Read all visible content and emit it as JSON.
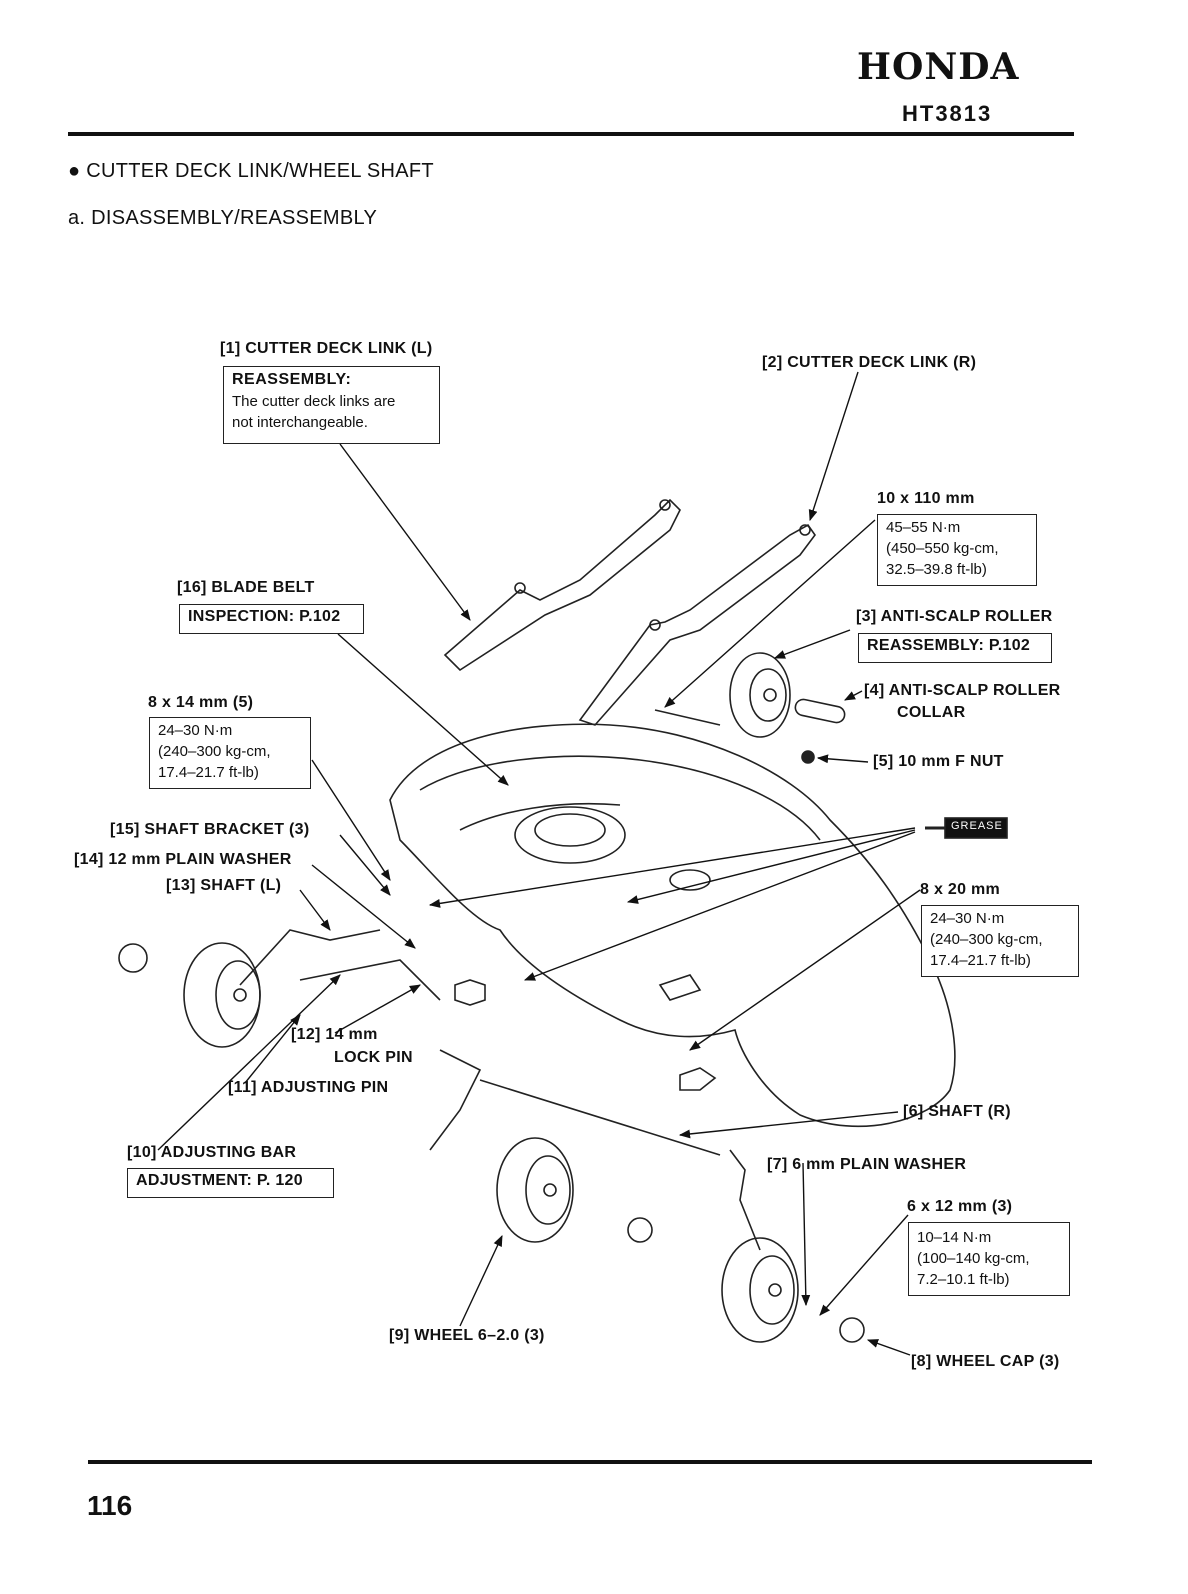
{
  "header": {
    "brand": "HONDA",
    "model": "HT3813"
  },
  "section": {
    "bullet_title": "CUTTER DECK LINK/WHEEL SHAFT",
    "subtitle": "a. DISASSEMBLY/REASSEMBLY"
  },
  "callouts": {
    "c1": {
      "label": "[1] CUTTER DECK LINK (L)",
      "box_title": "REASSEMBLY:",
      "box_line1": "The cutter deck links are",
      "box_line2": "not interchangeable."
    },
    "c2": {
      "label": "[2] CUTTER DECK LINK (R)"
    },
    "c3": {
      "label": "[3] ANTI-SCALP ROLLER",
      "ref": "REASSEMBLY: P.102"
    },
    "c4": {
      "label_line1": "[4] ANTI-SCALP ROLLER",
      "label_line2": "COLLAR"
    },
    "c5": {
      "label": "[5] 10 mm F NUT"
    },
    "c6": {
      "label": "[6] SHAFT (R)"
    },
    "c7": {
      "label": "[7] 6 mm PLAIN WASHER"
    },
    "c8": {
      "label": "[8] WHEEL CAP (3)"
    },
    "c9": {
      "label": "[9] WHEEL 6–2.0 (3)"
    },
    "c10": {
      "label": "[10] ADJUSTING BAR",
      "ref": "ADJUSTMENT: P. 120"
    },
    "c11": {
      "label": "[11] ADJUSTING PIN"
    },
    "c12": {
      "label_line1": "[12] 14 mm",
      "label_line2": "LOCK PIN"
    },
    "c13": {
      "label": "[13] SHAFT (L)"
    },
    "c14": {
      "label": "[14] 12 mm PLAIN WASHER"
    },
    "c15": {
      "label": "[15] SHAFT BRACKET (3)"
    },
    "c16": {
      "label": "[16] BLADE BELT",
      "ref": "INSPECTION: P.102"
    }
  },
  "torque": {
    "t10x110": {
      "size": "10 x 110 mm",
      "line1": "45–55 N·m",
      "line2": "(450–550 kg-cm,",
      "line3": "32.5–39.8 ft-lb)"
    },
    "t8x14": {
      "size": "8 x 14 mm (5)",
      "line1": "24–30 N·m",
      "line2": "(240–300 kg-cm,",
      "line3": "17.4–21.7 ft-lb)"
    },
    "t8x20": {
      "size": "8 x 20 mm",
      "line1": "24–30 N·m",
      "line2": "(240–300 kg-cm,",
      "line3": "17.4–21.7 ft-lb)"
    },
    "t6x12": {
      "size": "6 x 12 mm (3)",
      "line1": "10–14 N·m",
      "line2": "(100–140 kg-cm,",
      "line3": "7.2–10.1 ft-lb)"
    }
  },
  "grease_tube": {
    "text": "GREASE",
    "icon": "grease-tube-icon"
  },
  "footer": {
    "page_number": "116"
  }
}
